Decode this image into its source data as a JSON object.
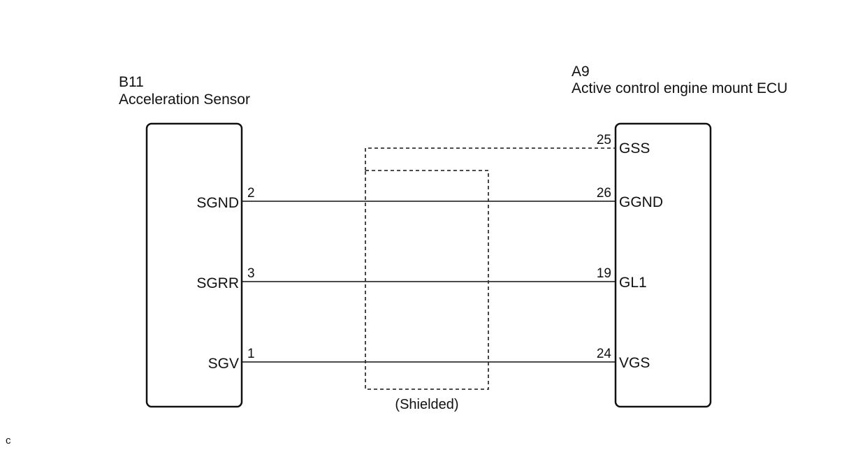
{
  "sensor": {
    "code": "B11",
    "name": "Acceleration Sensor"
  },
  "ecu": {
    "code": "A9",
    "name": "Active control engine mount ECU"
  },
  "wires": [
    {
      "sensor_terminal": "SGND",
      "sensor_pin": "2",
      "ecu_pin": "26",
      "ecu_terminal": "GGND"
    },
    {
      "sensor_terminal": "SGRR",
      "sensor_pin": "3",
      "ecu_pin": "19",
      "ecu_terminal": "GL1"
    },
    {
      "sensor_terminal": "SGV",
      "sensor_pin": "1",
      "ecu_pin": "24",
      "ecu_terminal": "VGS"
    }
  ],
  "shield_ground": {
    "ecu_pin": "25",
    "ecu_terminal": "GSS"
  },
  "shield_label": "(Shielded)",
  "corner_mark": "c"
}
